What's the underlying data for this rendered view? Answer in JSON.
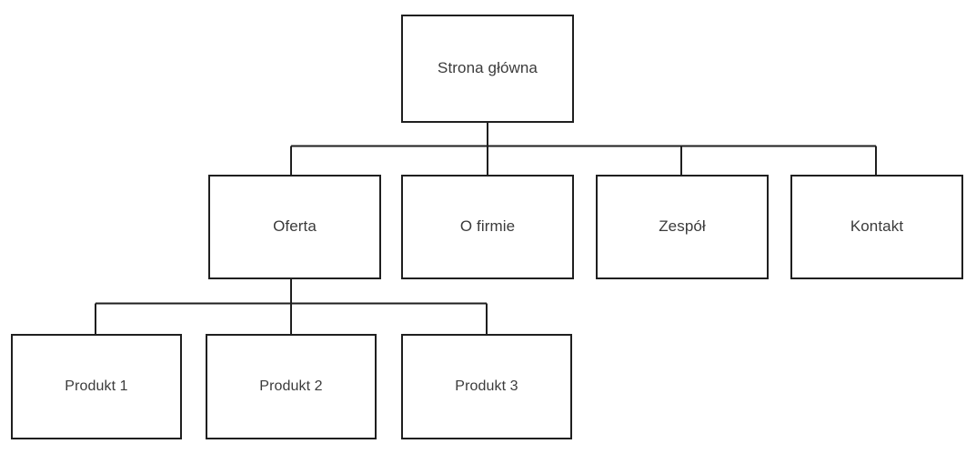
{
  "diagram": {
    "type": "tree-sitemap",
    "orientation": "top-down",
    "background_color": "#ffffff",
    "box_border_color": "#1f1f1f",
    "connector_color": "#1f1f1f",
    "text_color": "#3b3b3b",
    "levels": [
      {
        "level": 1,
        "nodes": [
          {
            "id": "root",
            "label": "Strona główna"
          }
        ]
      },
      {
        "level": 2,
        "nodes": [
          {
            "id": "oferta",
            "label": "Oferta"
          },
          {
            "id": "o-firmie",
            "label": "O firmie"
          },
          {
            "id": "zespol",
            "label": "Zespół"
          },
          {
            "id": "kontakt",
            "label": "Kontakt"
          }
        ]
      },
      {
        "level": 3,
        "nodes": [
          {
            "id": "produkt-1",
            "label": "Produkt 1"
          },
          {
            "id": "produkt-2",
            "label": "Produkt 2"
          },
          {
            "id": "produkt-3",
            "label": "Produkt 3"
          }
        ]
      }
    ],
    "edges": [
      {
        "from": "root",
        "to": "oferta"
      },
      {
        "from": "root",
        "to": "o-firmie"
      },
      {
        "from": "root",
        "to": "zespol"
      },
      {
        "from": "root",
        "to": "kontakt"
      },
      {
        "from": "oferta",
        "to": "produkt-1"
      },
      {
        "from": "oferta",
        "to": "produkt-2"
      },
      {
        "from": "oferta",
        "to": "produkt-3"
      }
    ]
  }
}
